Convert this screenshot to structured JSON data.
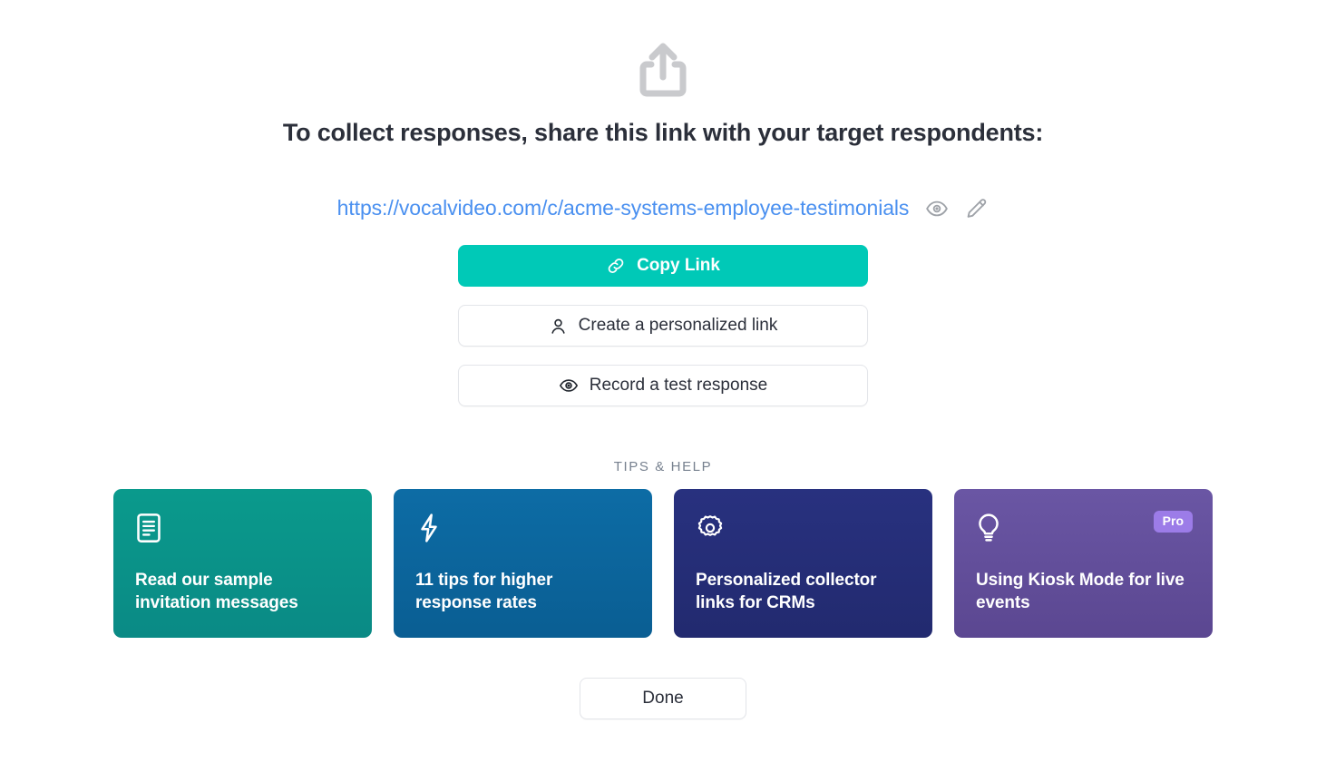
{
  "share_icon": "share-upload-icon",
  "headline": "To collect responses, share this link with your target respondents:",
  "link": {
    "url": "https://vocalvideo.com/c/acme-systems-employee-testimonials",
    "preview_icon": "eye-icon",
    "edit_icon": "pencil-icon"
  },
  "actions": [
    {
      "label": "Copy Link",
      "icon": "link-chain-icon",
      "style": "primary"
    },
    {
      "label": "Create a personalized link",
      "icon": "person-icon",
      "style": "secondary"
    },
    {
      "label": "Record a test response",
      "icon": "eye-filled-icon",
      "style": "secondary"
    }
  ],
  "tips": {
    "section_label": "TIPS & HELP",
    "cards": [
      {
        "title": "Read our sample invitation messages",
        "icon": "document-icon",
        "color": "#0a9a8c",
        "badge": null
      },
      {
        "title": "11 tips for higher response rates",
        "icon": "lightning-bolt-icon",
        "color": "#0d6ca5",
        "badge": null
      },
      {
        "title": "Personalized collector links for CRMs",
        "icon": "gear-icon",
        "color": "#28317f",
        "badge": null
      },
      {
        "title": "Using Kiosk Mode for live events",
        "icon": "lightbulb-icon",
        "color": "#6a56a4",
        "badge": "Pro"
      }
    ]
  },
  "done": {
    "label": "Done"
  },
  "colors": {
    "primary_accent": "#00c9b7",
    "link_blue": "#4a90f0",
    "pro_badge": "#9c7ce8",
    "heading": "#2b2f3a",
    "muted": "#77818f"
  }
}
